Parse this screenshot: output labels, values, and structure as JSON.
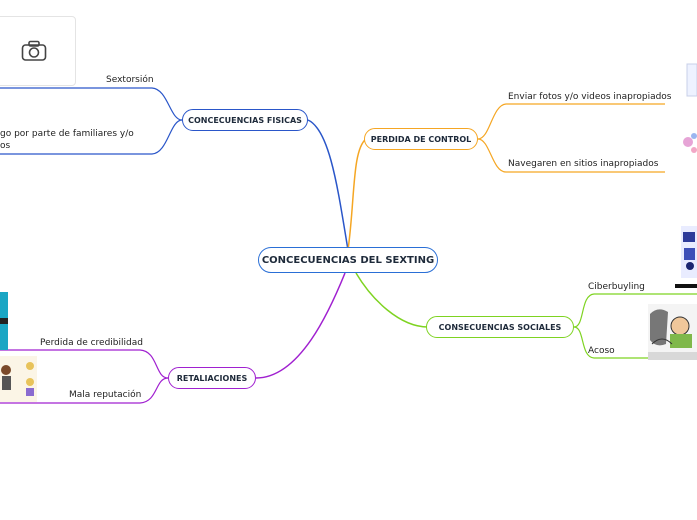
{
  "root": {
    "label": "CONCECUENCIAS DEL SEXTING"
  },
  "branches": {
    "fisicas": {
      "label": "CONCECUENCIAS FISICAS",
      "color": "#2a56c9",
      "items": [
        "Sextorsión",
        "go por parte de familiares y/o",
        "os"
      ]
    },
    "perdida": {
      "label": "PERDIDA DE CONTROL",
      "color": "#f5a623",
      "items": [
        "Enviar fotos y/o videos inapropiados",
        "Navegaren en sitios inapropiados"
      ]
    },
    "sociales": {
      "label": "CONSECUENCIAS SOCIALES",
      "color": "#7ed321",
      "items": [
        "Ciberbuyling",
        "Acoso"
      ]
    },
    "retaliaciones": {
      "label": "RETALIACIONES",
      "color": "#a020d0",
      "items": [
        "Perdida de credibilidad",
        "Mala reputación"
      ]
    }
  },
  "icons": [
    "camera-icon",
    "emoji-sticker-icon",
    "cyberbullying-image",
    "harassment-cartoon-image",
    "teal-card-image",
    "people-sticker-image"
  ]
}
